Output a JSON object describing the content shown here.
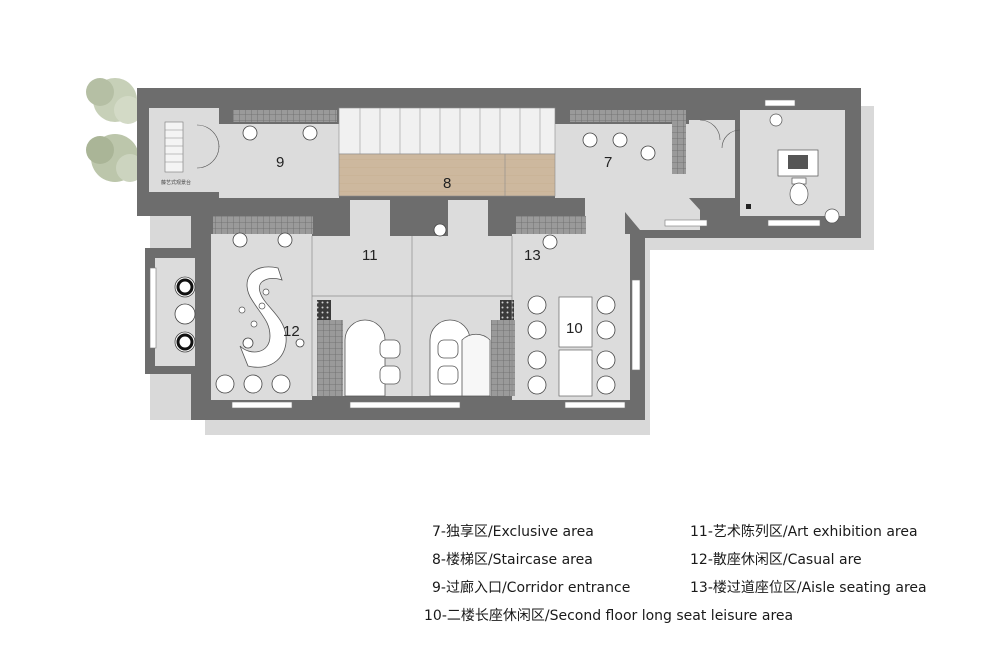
{
  "plan": {
    "rooms": {
      "r7": "7",
      "r8": "8",
      "r9": "9",
      "r10": "10",
      "r11": "11",
      "r12": "12",
      "r13": "13"
    },
    "balcony_note": "藤艺式观景台"
  },
  "legend": {
    "items": [
      "7-独享区/Exclusive area",
      "8-楼梯区/Staircase area",
      "9-过廊入口/Corridor entrance",
      "10-二楼长座休闲区/Second floor long seat leisure area",
      "11-艺术陈列区/Art exhibition area",
      "12-散座休闲区/Casual are",
      "13-楼过道座位区/Aisle seating area"
    ]
  },
  "colors": {
    "wall": "#6d6d6d",
    "floor": "#dcdcdc",
    "stair_wood": "#c9b49a",
    "tile": "#8f8f8f"
  }
}
